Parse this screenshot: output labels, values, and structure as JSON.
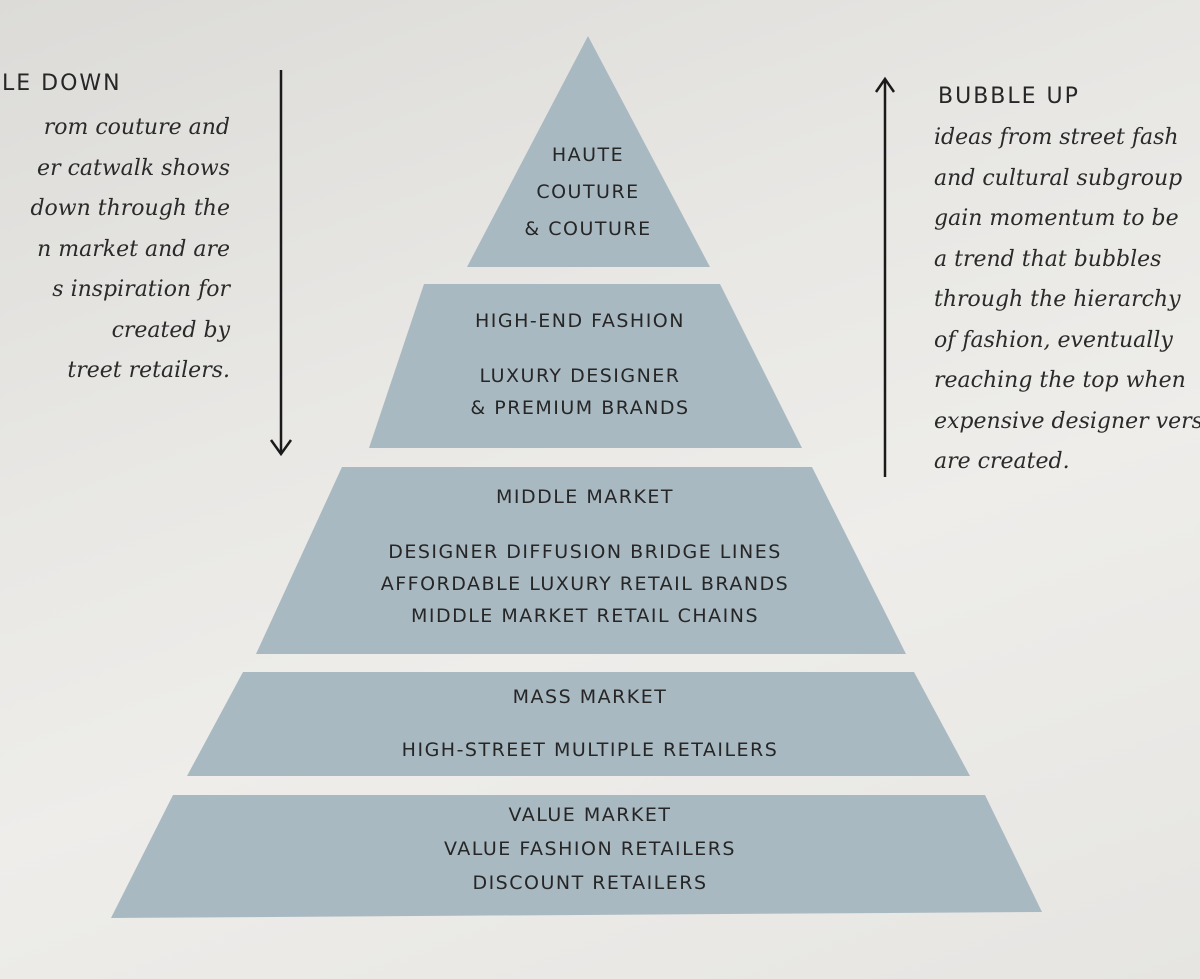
{
  "diagram": {
    "tiers": [
      {
        "id": "haute-couture",
        "lines": [
          "HAUTE",
          "COUTURE",
          "& COUTURE"
        ]
      },
      {
        "id": "high-end",
        "title": "HIGH-END FASHION",
        "lines": [
          "LUXURY DESIGNER",
          "& PREMIUM BRANDS"
        ]
      },
      {
        "id": "middle-market",
        "title": "MIDDLE MARKET",
        "lines": [
          "DESIGNER DIFFUSION BRIDGE LINES",
          "AFFORDABLE LUXURY RETAIL BRANDS",
          "MIDDLE MARKET RETAIL CHAINS"
        ]
      },
      {
        "id": "mass-market",
        "title": "MASS MARKET",
        "lines": [
          "HIGH-STREET MULTIPLE RETAILERS"
        ]
      },
      {
        "id": "value-market",
        "title": "VALUE MARKET",
        "lines": [
          "VALUE FASHION RETAILERS",
          "DISCOUNT RETAILERS"
        ]
      }
    ],
    "left_panel": {
      "title": "LE DOWN",
      "body": [
        "rom couture and",
        "er catwalk shows",
        "down through the",
        "n market and are",
        "s inspiration for",
        "created by",
        "treet retailers."
      ]
    },
    "right_panel": {
      "title": "BUBBLE UP",
      "body": [
        "ideas from street fash",
        "and cultural subgroup",
        "gain momentum to be",
        "a trend that bubbles",
        "through the hierarchy",
        "of fashion, eventually",
        "reaching the top when",
        "expensive designer versi",
        "are created."
      ]
    },
    "colors": {
      "tier_fill": "#a9b9c2",
      "arrow": "#1a1a1a",
      "background": "#e6e5e2"
    }
  }
}
